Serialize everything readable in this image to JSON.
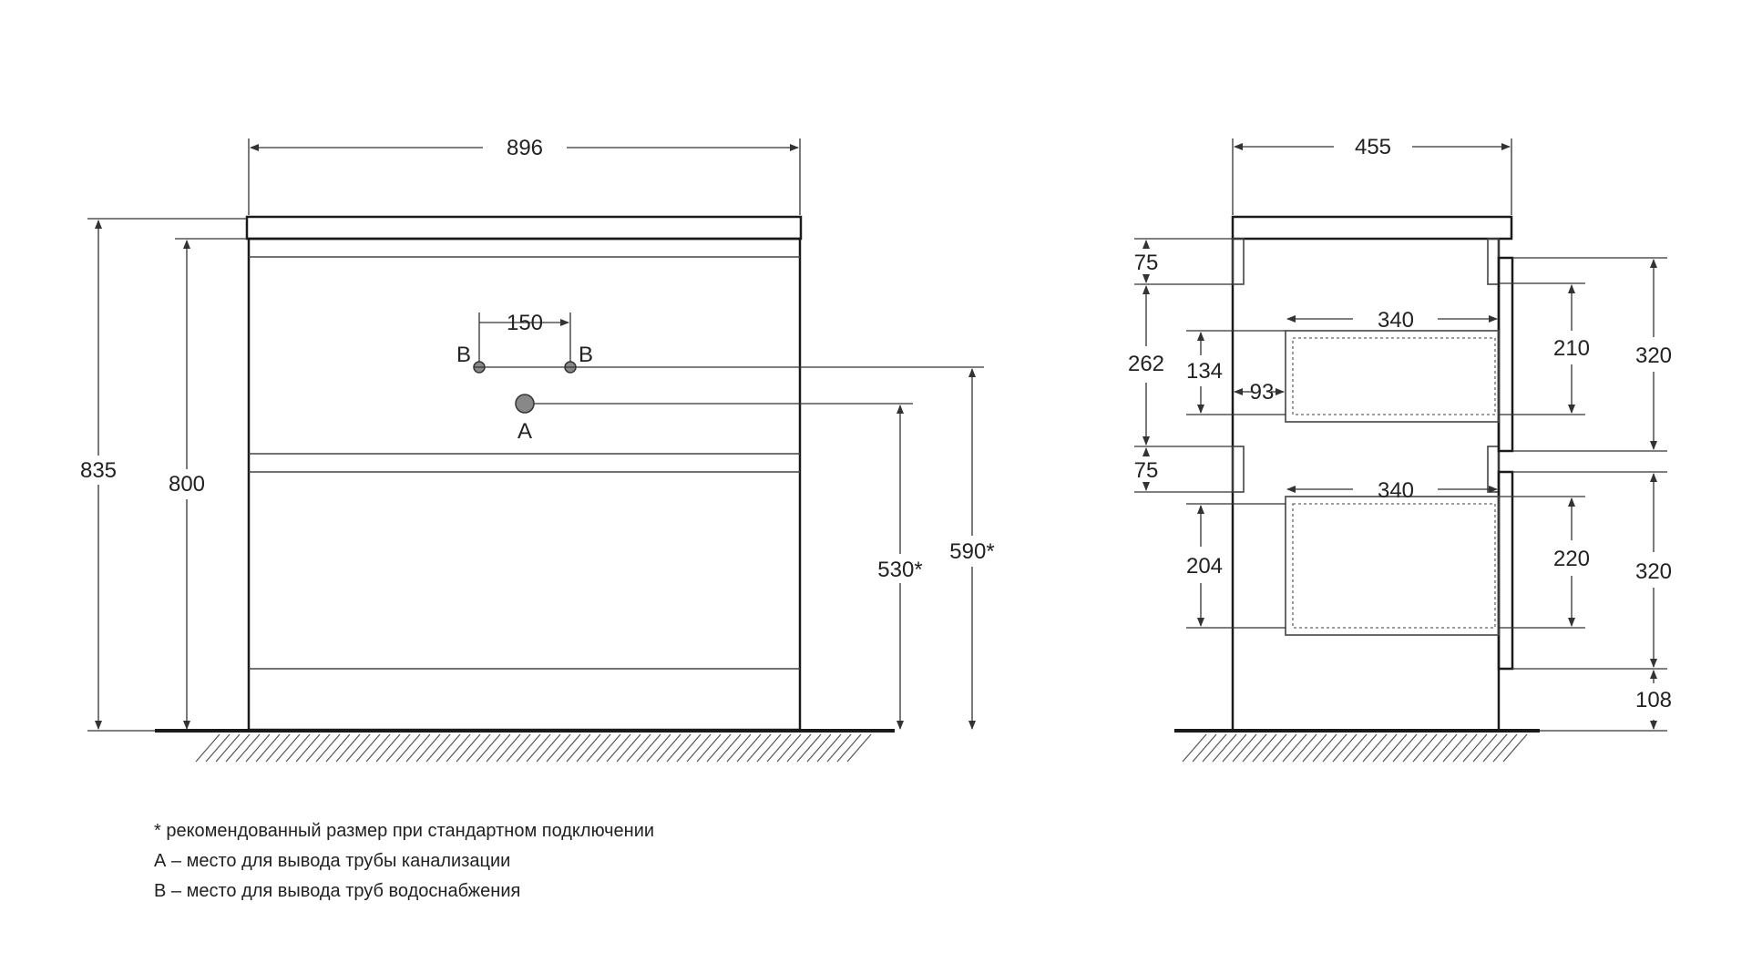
{
  "front_view": {
    "overall_width": "896",
    "overall_height": "835",
    "body_height": "800",
    "pipe_spacing": "150",
    "pipe_b_left_label": "B",
    "pipe_b_right_label": "B",
    "pipe_a_label": "A",
    "outlet_a_height": "530*",
    "outlet_b_height": "590*"
  },
  "side_view": {
    "overall_depth": "455",
    "top_rail_height_1": "75",
    "front_gap": "262",
    "top_rail_height_2": "75",
    "drawer1_inner_height": "134",
    "drawer1_offset": "93",
    "drawer1_depth": "340",
    "drawer1_front_inner": "210",
    "drawer1_front_height": "320",
    "drawer2_depth": "340",
    "drawer2_inner_height": "204",
    "drawer2_front_inner": "220",
    "drawer2_front_height": "320",
    "plinth_height": "108"
  },
  "notes": {
    "recommended": "* рекомендованный размер при стандартном подключении",
    "a_definition": "А – место для вывода трубы канализации",
    "b_definition": "В – место для вывода труб водоснабжения"
  }
}
